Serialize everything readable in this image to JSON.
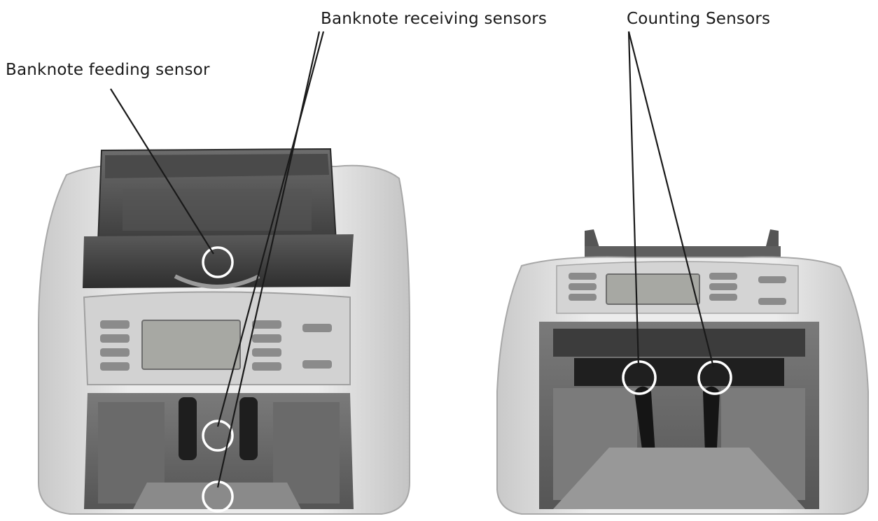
{
  "labels": {
    "feeding": "Banknote feeding sensor",
    "receiving": "Banknote receiving sensors",
    "counting": "Counting Sensors"
  },
  "colors": {
    "body": "#dcdcdc",
    "body_shadow": "#b9b9b9",
    "dark": "#3a3a3a",
    "panel": "#cfcfcf",
    "display": "#a9aaa5",
    "button": "#8e8e8e",
    "leader": "#1a1a1a",
    "marker": "#ffffff"
  }
}
